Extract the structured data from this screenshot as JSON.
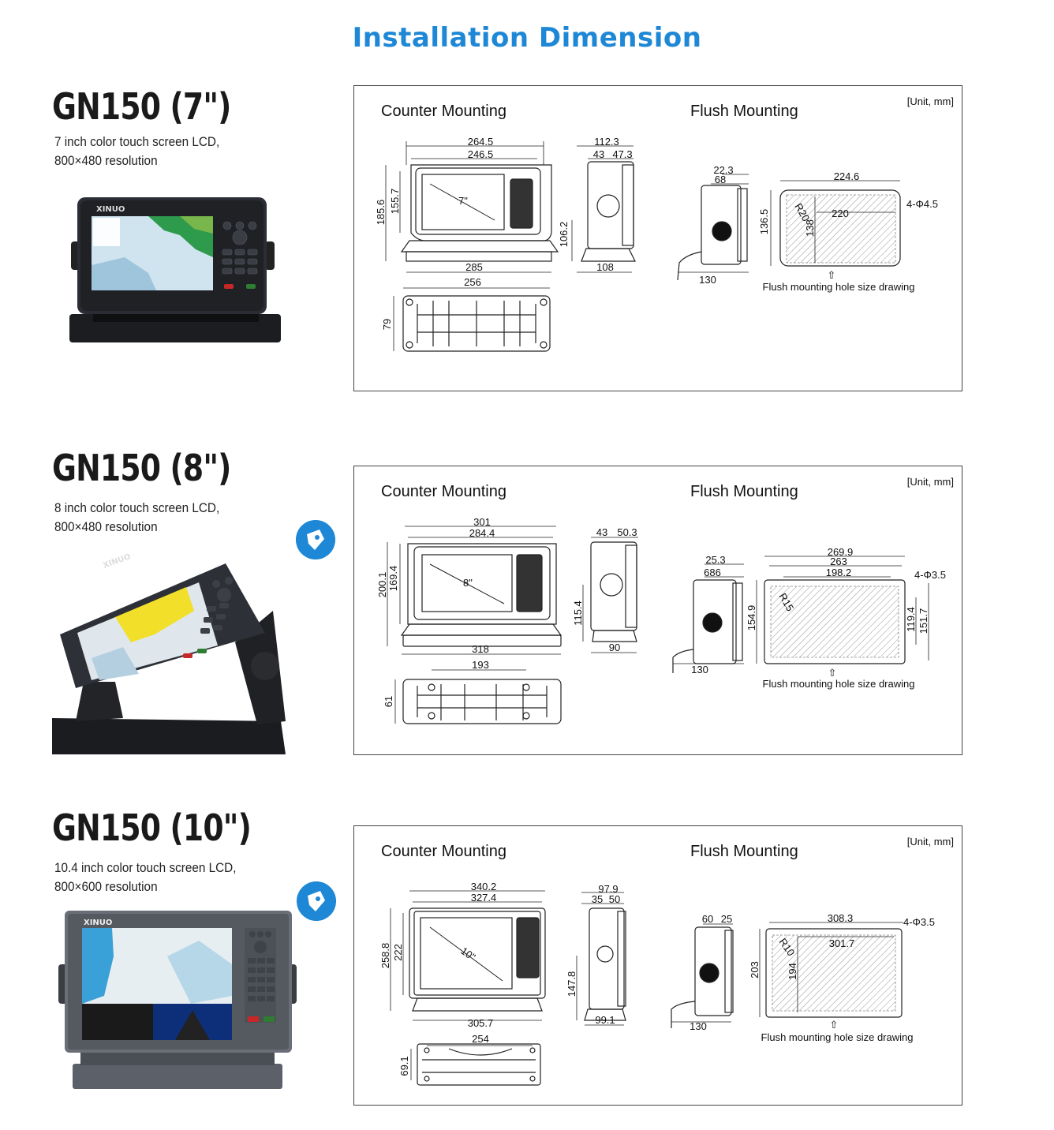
{
  "page": {
    "title": "Installation Dimension",
    "accent": "#1e88d6"
  },
  "common": {
    "counter_mounting": "Counter Mounting",
    "flush_mounting": "Flush Mounting",
    "unit": "[Unit, mm]",
    "hole_caption": "Flush mounting hole size drawing",
    "brand": "XINUO"
  },
  "models": [
    {
      "name": "GN150 (7\")",
      "desc_line1": "7 inch color touch screen LCD,",
      "desc_line2": "800×480 resolution",
      "screen_label": "7\"",
      "dims": {
        "front_w_outer": "264.5",
        "front_w_inner": "246.5",
        "front_h_outer": "185.6",
        "front_h_inner": "155.7",
        "base_w": "285",
        "side_top": "112.3",
        "side_a": "43",
        "side_b": "47.3",
        "side_h": "106.2",
        "side_base": "108",
        "bottom_w": "256",
        "bottom_h": "79",
        "flush_a": "22.3",
        "flush_b": "68",
        "flush_depth": "130",
        "hole_w_outer": "224.6",
        "hole_w_inner": "220",
        "hole_h_outer": "136.5",
        "hole_h_inner": "138",
        "radius": "R20",
        "screw": "4-Φ4.5"
      }
    },
    {
      "name": "GN150 (8\")",
      "desc_line1": "8 inch color touch screen LCD,",
      "desc_line2": "800×480 resolution",
      "screen_label": "8\"",
      "dims": {
        "front_w_outer": "301",
        "front_w_inner": "284.4",
        "front_h_outer": "200.1",
        "front_h_inner": "169.4",
        "base_w": "318",
        "side_a": "43",
        "side_b": "50.3",
        "side_h": "115.4",
        "side_base": "90",
        "bottom_w": "193",
        "bottom_h": "61",
        "flush_a": "25.3",
        "flush_b": "686",
        "flush_depth": "130",
        "hole_w_outer": "269.9",
        "hole_w_mid": "263",
        "hole_w_inner": "198.2",
        "hole_h_outer": "154.9",
        "hole_h_inner": "119.4",
        "hole_h_right": "151.7",
        "radius": "R15",
        "screw": "4-Φ3.5"
      }
    },
    {
      "name": "GN150 (10\")",
      "desc_line1": "10.4 inch color touch screen LCD,",
      "desc_line2": "800×600 resolution",
      "screen_label": "10\"",
      "dims": {
        "front_w_outer": "340.2",
        "front_w_inner": "327.4",
        "front_h_outer": "258.8",
        "front_h_inner": "222",
        "base_w": "305.7",
        "side_top": "97.9",
        "side_a": "35",
        "side_b": "50",
        "side_h": "147.8",
        "side_base": "99.1",
        "bottom_w": "254",
        "bottom_h": "69.1",
        "flush_a": "60",
        "flush_b": "25",
        "flush_depth": "130",
        "hole_w_outer": "308.3",
        "hole_w_inner": "301.7",
        "hole_h_outer": "203",
        "hole_h_inner": "194",
        "radius": "R10",
        "screw": "4-Φ3.5"
      }
    }
  ]
}
